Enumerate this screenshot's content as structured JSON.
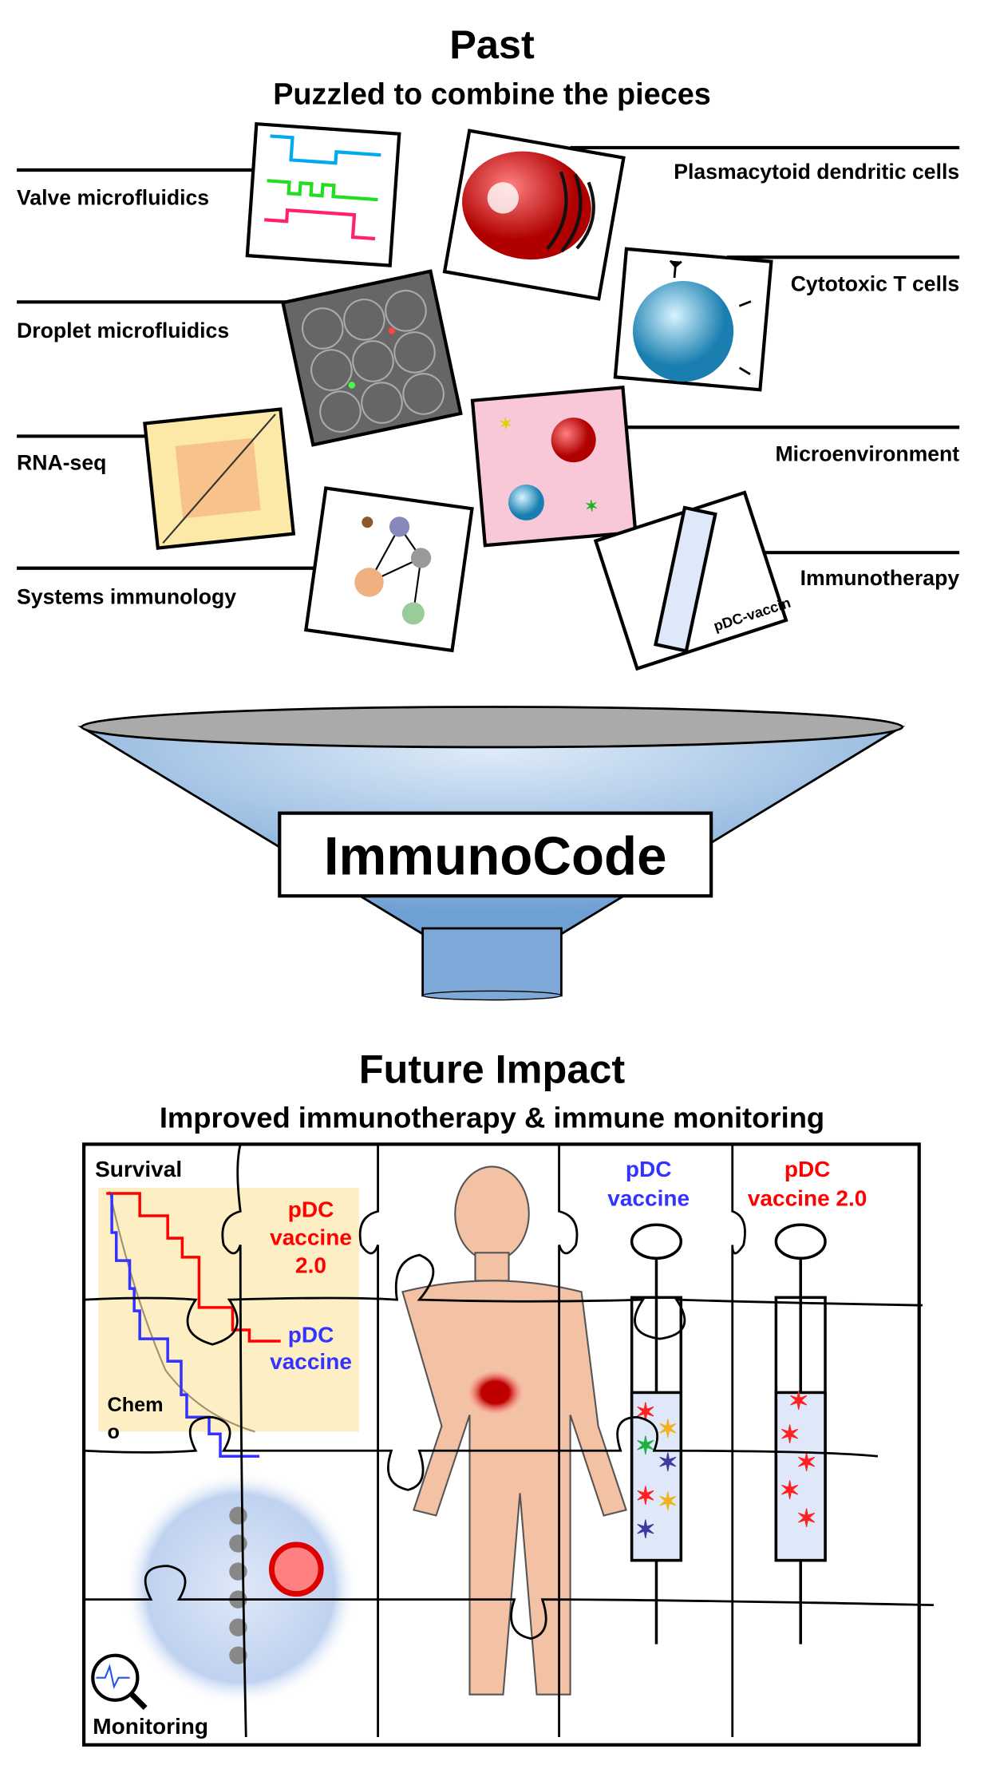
{
  "past": {
    "title": "Past",
    "subtitle": "Puzzled to combine the pieces",
    "left_labels": [
      "Valve microfluidics",
      "Droplet microfluidics",
      "RNA-seq",
      "Systems immunology"
    ],
    "right_labels": [
      "Plasmacytoid dendritic cells",
      "Cytotoxic T cells",
      "Microenvironment",
      "Immunotherapy"
    ],
    "syringe_label": "pDC-vaccin"
  },
  "funnel": {
    "label": "ImmunoCode"
  },
  "future": {
    "title": "Future Impact",
    "subtitle": "Improved immunotherapy & immune monitoring",
    "survival": {
      "title": "Survival",
      "pdc2_label": [
        "pDC",
        "vaccine",
        "2.0"
      ],
      "pdc_label": [
        "pDC",
        "vaccine"
      ],
      "chemo_label": [
        "Chem",
        "o"
      ]
    },
    "vaccine_labels": {
      "pdc": [
        "pDC",
        "vaccine"
      ],
      "pdc2": [
        "pDC",
        "vaccine 2.0"
      ]
    },
    "monitoring_label": "Monitoring"
  },
  "colors": {
    "red": "#ff0000",
    "blue": "#3333ff",
    "funnel": "#8ab4e0",
    "survival_bg": "#fdeec3",
    "skin": "#f3c2a5"
  }
}
